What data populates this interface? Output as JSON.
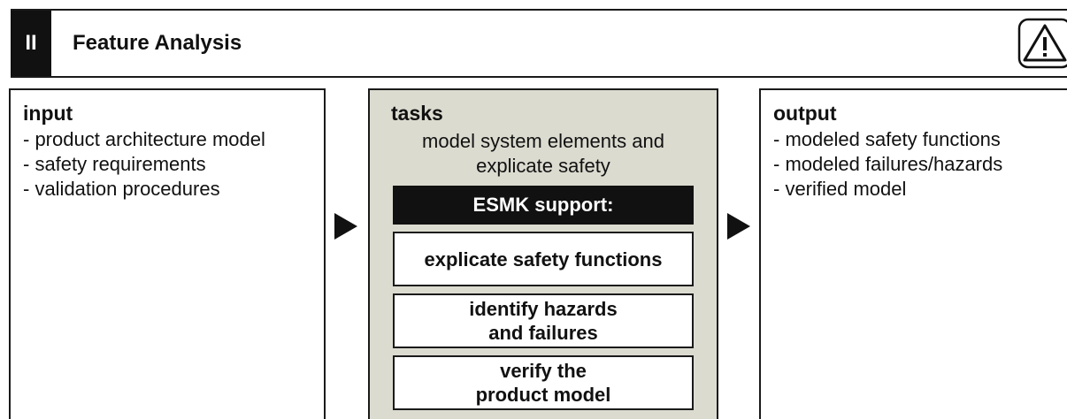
{
  "header": {
    "step_number": "II",
    "title": "Feature Analysis"
  },
  "input": {
    "title": "input",
    "items": [
      "- product architecture model",
      "- safety requirements",
      "- validation procedures"
    ]
  },
  "tasks": {
    "title": "tasks",
    "description_line1": "model system elements and",
    "description_line2": "explicate safety",
    "support_label": "ESMK support:",
    "steps": [
      {
        "line1": "explicate safety functions"
      },
      {
        "line1": "identify hazards",
        "line2": "and failures"
      },
      {
        "line1": "verify the",
        "line2": "product model"
      }
    ]
  },
  "output": {
    "title": "output",
    "items": [
      "- modeled safety functions",
      "- modeled failures/hazards",
      "- verified model"
    ]
  },
  "colors": {
    "tasks_background": "#dcdbd0",
    "ink": "#111111"
  },
  "icons": [
    "warning-icon",
    "arrow-right-icon"
  ]
}
